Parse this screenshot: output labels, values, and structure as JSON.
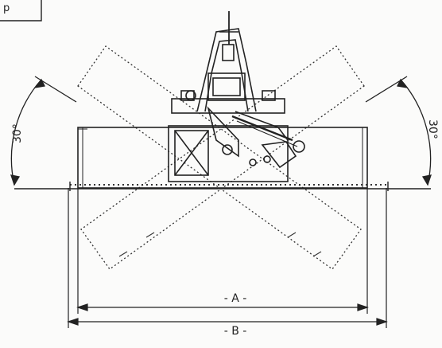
{
  "drawing": {
    "labels": {
      "corner_box": "p",
      "angle_left": "30°",
      "angle_right": "30°",
      "dimension_a": "- A -",
      "dimension_b": "- B -"
    },
    "colors": {
      "ink": "#222222",
      "paper": "#fbfbfa"
    }
  }
}
